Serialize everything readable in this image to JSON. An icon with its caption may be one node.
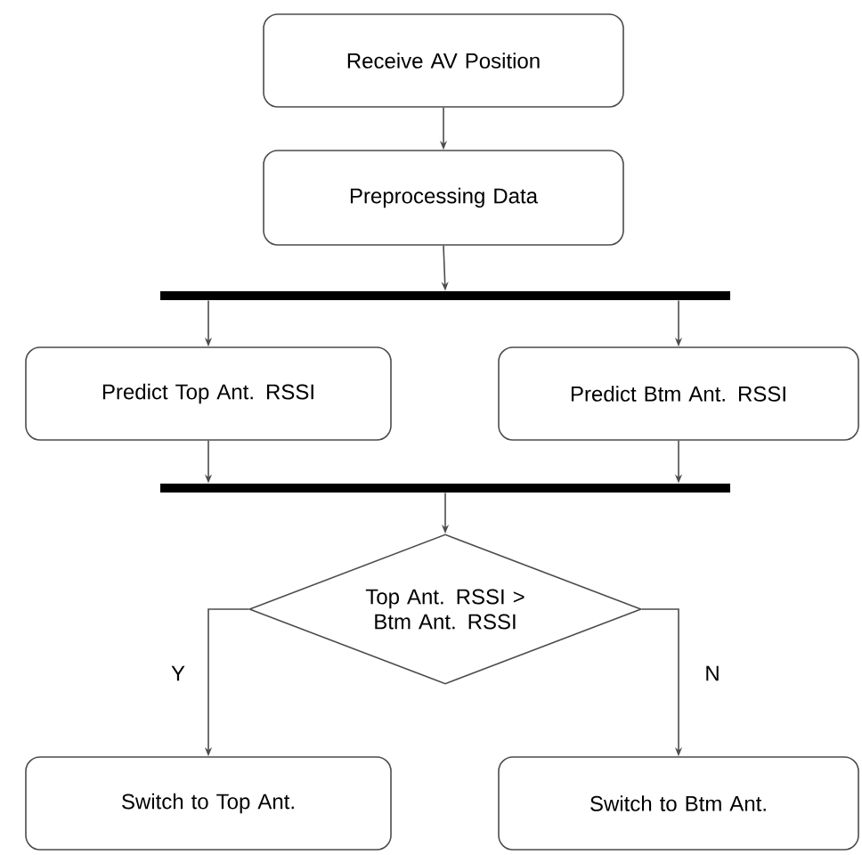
{
  "diagram": {
    "nodes": [
      {
        "text": [
          "Receive AV Position"
        ]
      },
      {
        "text": [
          "Preprocessing Data"
        ]
      },
      {
        "text": [],
        "shape": "bar"
      },
      {
        "text": [
          "Predict Top Ant. RSSI"
        ]
      },
      {
        "text": [
          "Predict Btm Ant. RSSI"
        ]
      },
      {
        "text": [],
        "shape": "bar"
      },
      {
        "text": [
          "Top Ant. RSSI > Btm Ant. RSSI"
        ]
      },
      {
        "text": [
          "Switch to Top Ant."
        ]
      },
      {
        "text": [
          "Switch to Btm Ant."
        ]
      }
    ],
    "edges": [
      {
        "from": 0,
        "to": 1,
        "arrow": "to"
      },
      {
        "from": 1,
        "to": 2,
        "arrow": "to"
      },
      {
        "from": 2,
        "to": 3,
        "arrow": "to"
      },
      {
        "from": 2,
        "to": 4,
        "arrow": "to"
      },
      {
        "from": 3,
        "to": 5,
        "arrow": "to"
      },
      {
        "from": 4,
        "to": 5,
        "arrow": "to"
      },
      {
        "from": 5,
        "to": 6,
        "arrow": "to"
      },
      {
        "from": 6,
        "to": 7,
        "label": "Y",
        "arrow": "to"
      },
      {
        "from": 6,
        "to": 8,
        "label": "N",
        "arrow": "to"
      }
    ]
  }
}
